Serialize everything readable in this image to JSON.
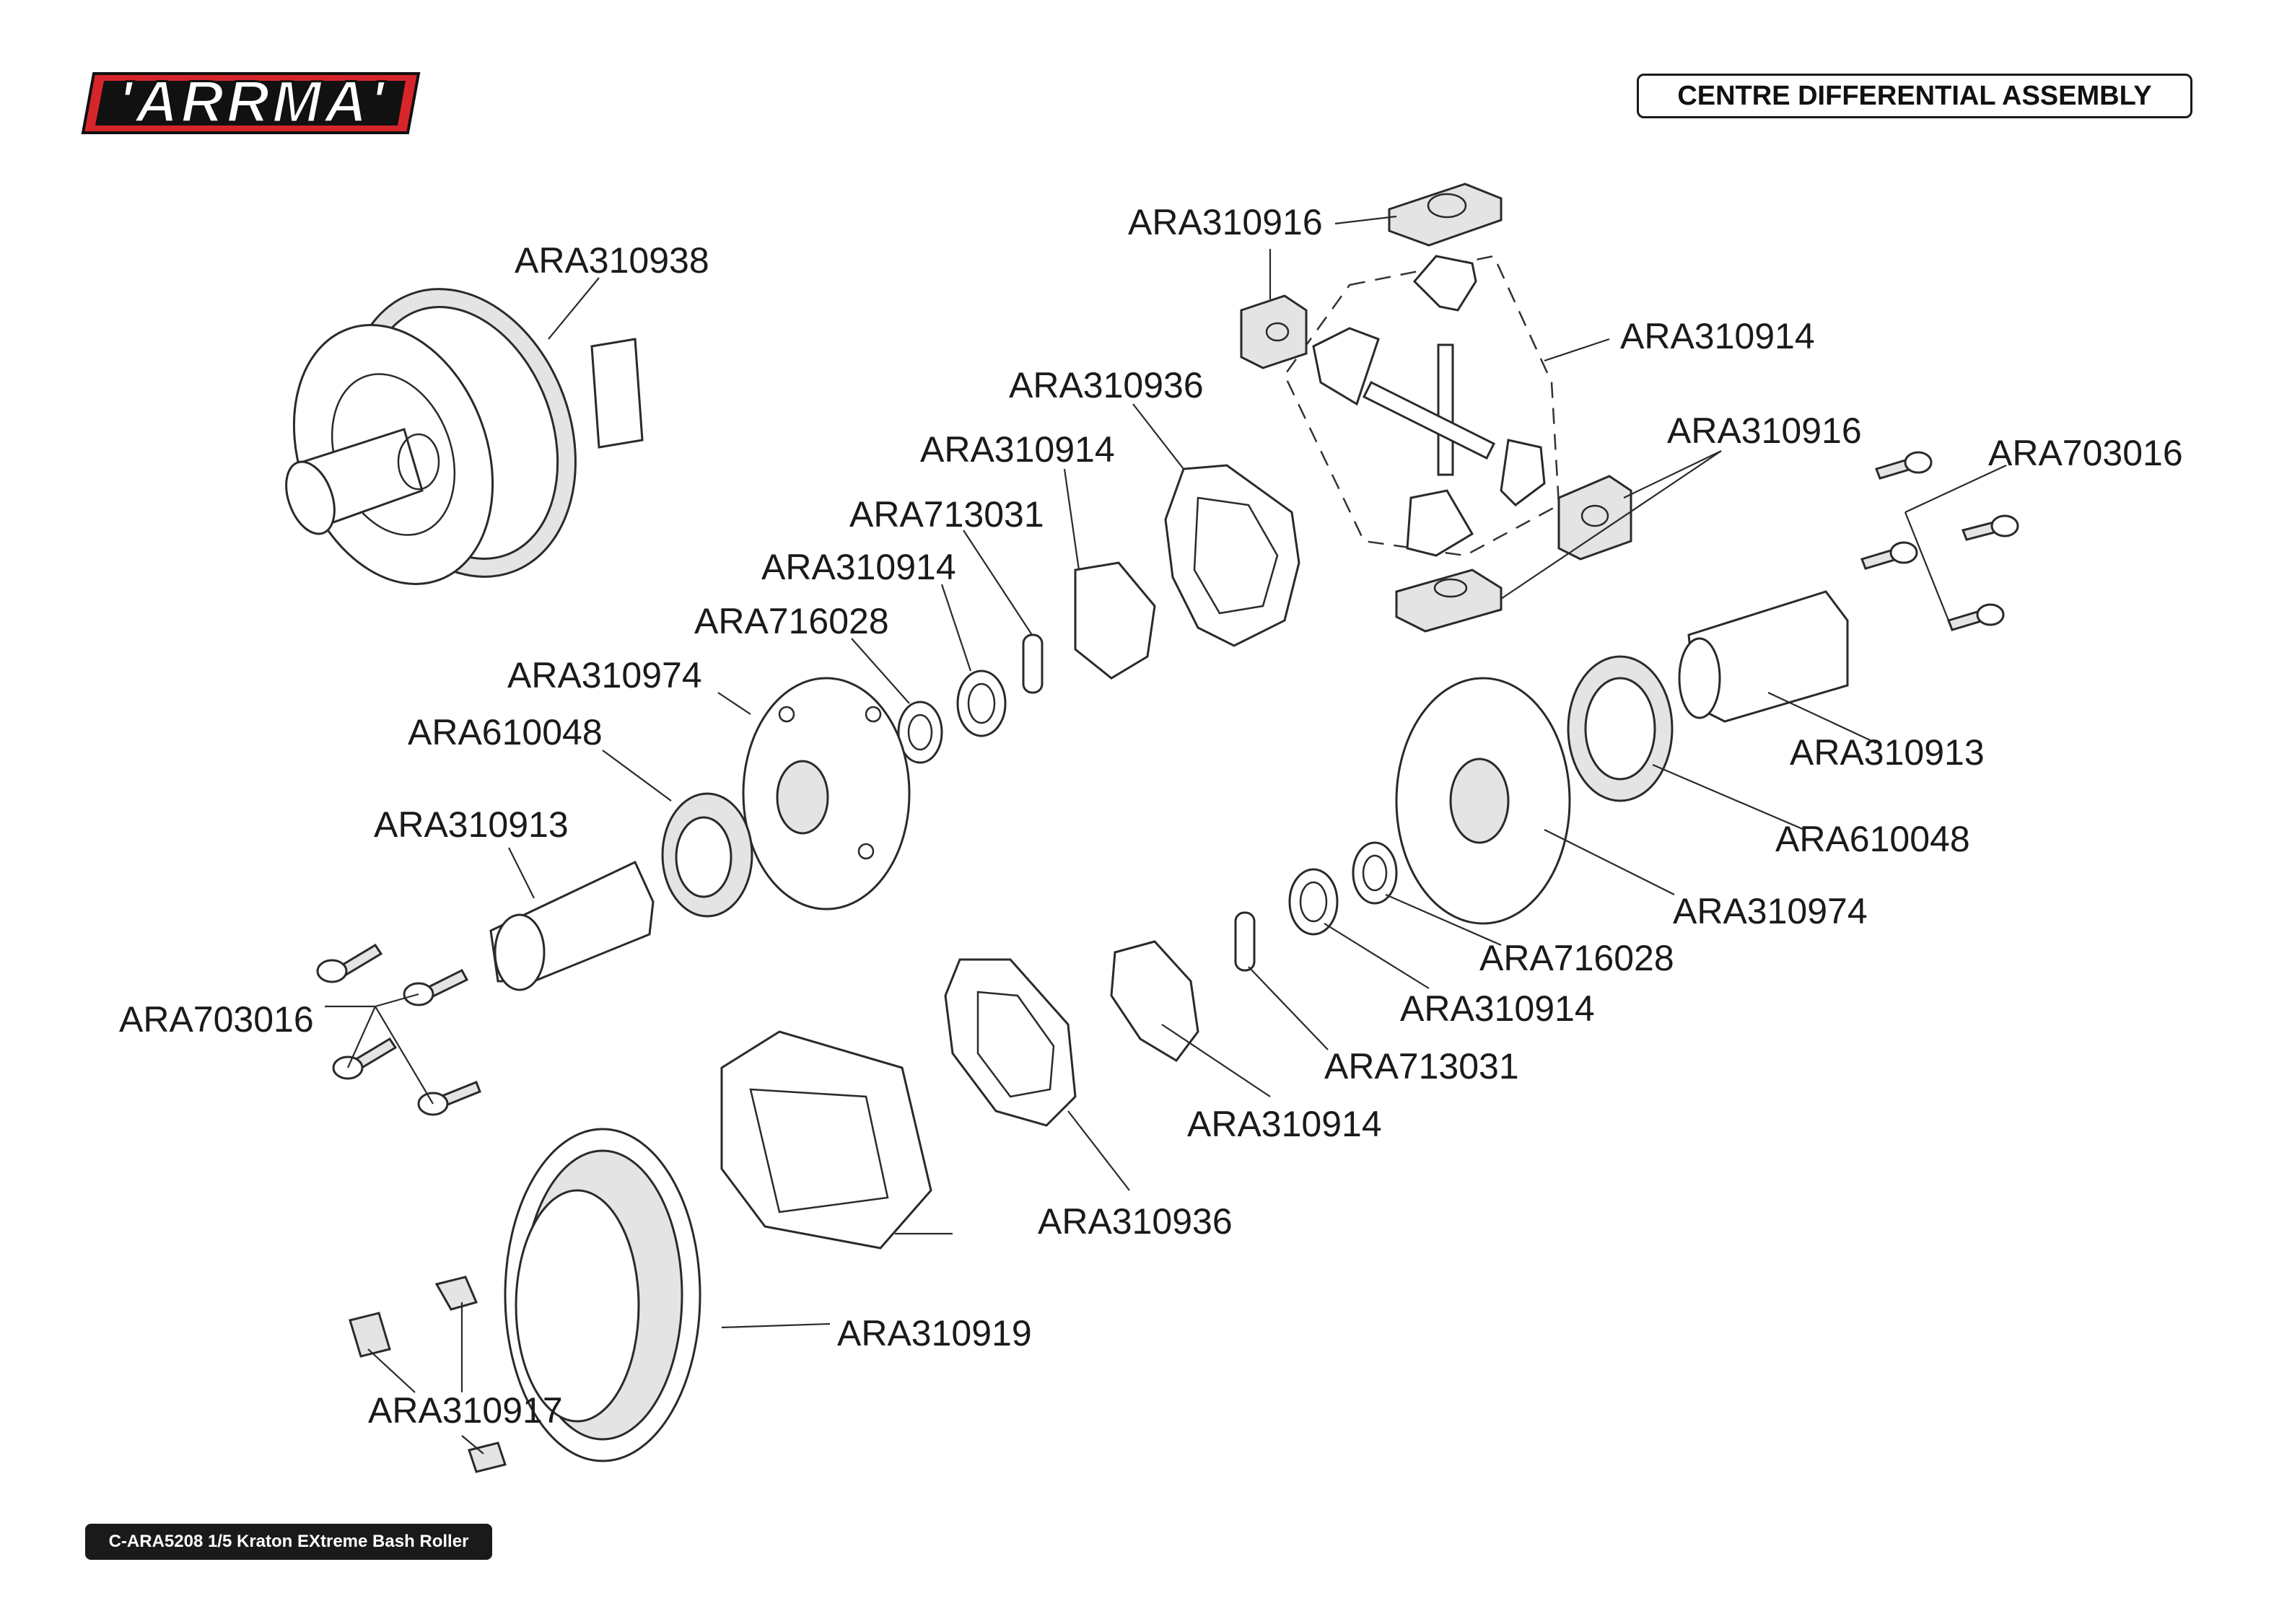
{
  "header": {
    "logo_text": "'ARRMA'",
    "title": "CENTRE DIFFERENTIAL ASSEMBLY"
  },
  "footer": {
    "text": "C-ARA5208 1/5 Kraton EXtreme Bash Roller"
  },
  "colors": {
    "logo_red": "#d7262b",
    "line": "#2a2a2a",
    "footer_bg": "#1a1a1a"
  },
  "labels": [
    {
      "id": "l1",
      "text": "ARA310938"
    },
    {
      "id": "l2",
      "text": "ARA310916"
    },
    {
      "id": "l3",
      "text": "ARA310914"
    },
    {
      "id": "l4",
      "text": "ARA310936"
    },
    {
      "id": "l5",
      "text": "ARA310914"
    },
    {
      "id": "l6",
      "text": "ARA310916"
    },
    {
      "id": "l7",
      "text": "ARA703016"
    },
    {
      "id": "l8",
      "text": "ARA713031"
    },
    {
      "id": "l9",
      "text": "ARA310914"
    },
    {
      "id": "l10",
      "text": "ARA716028"
    },
    {
      "id": "l11",
      "text": "ARA310974"
    },
    {
      "id": "l12",
      "text": "ARA610048"
    },
    {
      "id": "l13",
      "text": "ARA310913"
    },
    {
      "id": "l14",
      "text": "ARA703016"
    },
    {
      "id": "l15",
      "text": "ARA310913"
    },
    {
      "id": "l16",
      "text": "ARA610048"
    },
    {
      "id": "l17",
      "text": "ARA310974"
    },
    {
      "id": "l18",
      "text": "ARA716028"
    },
    {
      "id": "l19",
      "text": "ARA310914"
    },
    {
      "id": "l20",
      "text": "ARA713031"
    },
    {
      "id": "l21",
      "text": "ARA310914"
    },
    {
      "id": "l22",
      "text": "ARA310936"
    },
    {
      "id": "l23",
      "text": "ARA310919"
    },
    {
      "id": "l24",
      "text": "ARA310917"
    }
  ]
}
